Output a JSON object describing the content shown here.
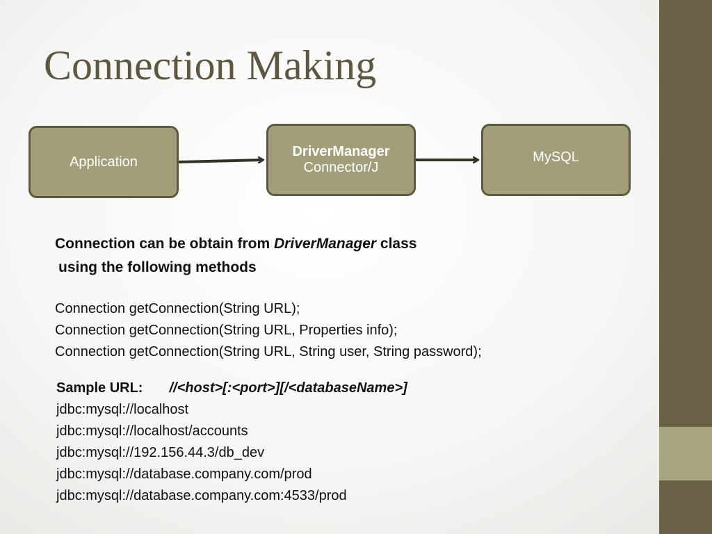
{
  "slide": {
    "title": "Connection Making",
    "diagram": {
      "application": "Application",
      "driver_manager_line1": "DriverManager",
      "driver_manager_line2": "Connector/J",
      "mysql": "MySQL"
    },
    "heading": {
      "part1": "Connection can be obtain from ",
      "italic": "DriverManager",
      "part2": " class",
      "line2": "using the following methods"
    },
    "methods": [
      "Connection getConnection(String URL);",
      "Connection getConnection(String URL, Properties info);",
      "Connection getConnection(String URL, String user, String password);"
    ],
    "sample_url": {
      "label": "Sample URL:",
      "pattern": "//<host>[:<port>][/<databaseName>]",
      "examples": [
        "jdbc:mysql://localhost",
        "jdbc:mysql://localhost/accounts",
        "jdbc:mysql://192.156.44.3/db_dev",
        "jdbc:mysql://database.company.com/prod",
        "jdbc:mysql://database.company.com:4533/prod"
      ]
    },
    "colors": {
      "title": "#5e5740",
      "box_fill": "#a39e7a",
      "box_border": "#5e5a3f",
      "sidebar": "#6a6247",
      "sidebar_accent": "#a8a680"
    }
  }
}
